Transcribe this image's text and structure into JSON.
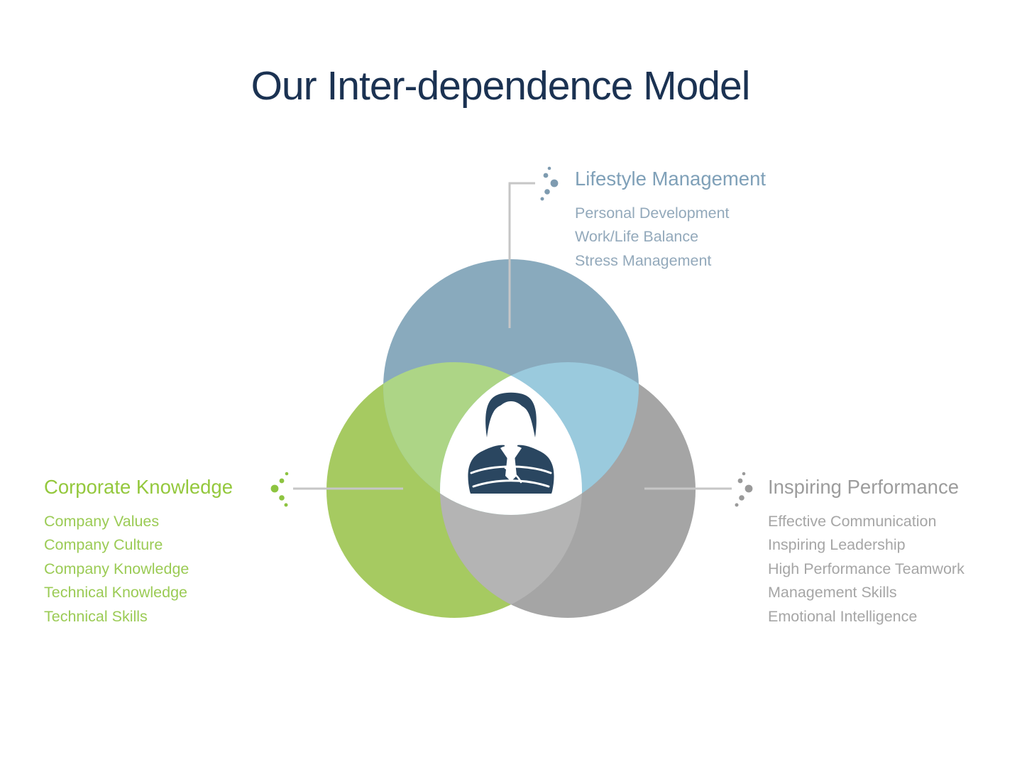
{
  "title": "Our Inter-dependence Model",
  "sections": [
    {
      "id": "lifestyle-management",
      "heading": "Lifestyle Management",
      "items": [
        "Personal Development",
        "Work/Life Balance",
        "Stress Management"
      ]
    },
    {
      "id": "corporate-knowledge",
      "heading": "Corporate Knowledge",
      "items": [
        "Company Values",
        "Company Culture",
        "Company Knowledge",
        "Technical Knowledge",
        "Technical Skills"
      ]
    },
    {
      "id": "inspiring-performance",
      "heading": "Inspiring Performance",
      "items": [
        "Effective Communication",
        "Inspiring Leadership",
        "High Performance Teamwork",
        "Management Skills",
        "Emotional Intelligence"
      ]
    }
  ],
  "center_icon": "businessman-crossed-arms",
  "colors": {
    "title_text": "#1B3252",
    "lifestyle_circle": "#89AABD",
    "corporate_circle": "#A6CA61",
    "performance_circle": "#A5A5A5",
    "lifestyle_corporate_overlap": "#ADD586",
    "lifestyle_performance_overlap": "#9ACADD",
    "corporate_performance_overlap": "#B4B4B4",
    "center_region": "#FFFFFF",
    "person_icon": "#2A4660",
    "connector_line": "#C6C6C6",
    "lifestyle_heading_text": "#7FA0B8",
    "lifestyle_item_text": "#93A9BB",
    "corporate_heading_text": "#94C83D",
    "corporate_item_text": "#9BCB55",
    "performance_heading_text": "#9C9C9C",
    "performance_item_text": "#A6A6A6",
    "lifestyle_dots": "#7E9BB0",
    "corporate_dots": "#8DC440",
    "performance_dots": "#9A9A9A"
  }
}
